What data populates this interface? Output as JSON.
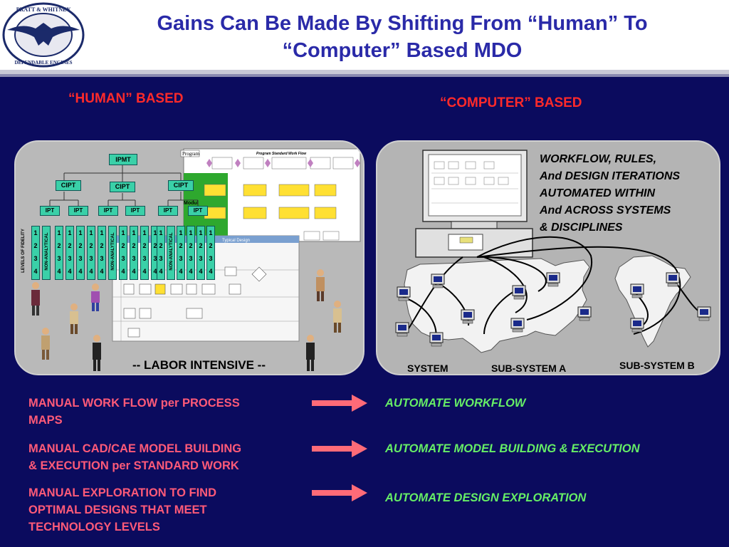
{
  "slide": {
    "title": "Gains Can Be Made By Shifting From “Human” To “Computer” Based MDO",
    "title_line1": "Gains Can Be Made By Shifting From “Human” To",
    "title_line2": "“Computer” Based MDO",
    "logo": {
      "icon": "eagle-emblem-icon",
      "text_top": "PRATT & WHITNEY",
      "text_bottom": "DEPENDABLE ENGINES"
    }
  },
  "left_panel": {
    "heading": "“HUMAN” BASED",
    "caption": "-- LABOR INTENSIVE --",
    "org": {
      "top": "IPMT",
      "cipt": [
        "CIPT",
        "CIPT",
        "CIPT"
      ],
      "ipt": [
        "IPT",
        "IPT",
        "IPT",
        "IPT",
        "IPT",
        "IPT"
      ],
      "fidelity_label": "LEVELS OF FIDELITY",
      "non_analytical": "NON-ANALYTICAL",
      "levels": [
        "1",
        "2",
        "3",
        "4"
      ]
    },
    "process_map": {
      "program": "Program",
      "work_flow": "Program Standard Work Flow",
      "module_label": "Modul",
      "design_label": "Typical Design"
    }
  },
  "right_panel": {
    "heading": "“COMPUTER” BASED",
    "workflow_lines": [
      "WORKFLOW,  RULES,",
      "And DESIGN  ITERATIONS",
      "AUTOMATED WITHIN",
      "And ACROSS SYSTEMS",
      "& DISCIPLINES"
    ],
    "captions": {
      "system": "SYSTEM",
      "sub_a": "SUB-SYSTEM A",
      "sub_b": "SUB-SYSTEM B"
    }
  },
  "comparisons": [
    {
      "manual": [
        "MANUAL WORK FLOW per PROCESS",
        "MAPS"
      ],
      "auto": "AUTOMATE WORKFLOW"
    },
    {
      "manual": [
        "MANUAL CAD/CAE MODEL BUILDING",
        "& EXECUTION  per STANDARD WORK"
      ],
      "auto": "AUTOMATE MODEL BUILDING & EXECUTION"
    },
    {
      "manual": [
        "MANUAL EXPLORATION TO FIND",
        "OPTIMAL DESIGNS THAT MEET",
        "TECHNOLOGY LEVELS"
      ],
      "auto": "AUTOMATE DESIGN EXPLORATION"
    }
  ],
  "colors": {
    "background": "#0b0b5e",
    "title": "#2a2aa8",
    "heading": "#ff2a2a",
    "manual": "#ff5a78",
    "auto": "#66ee66",
    "arrow": "#ff6b78"
  }
}
